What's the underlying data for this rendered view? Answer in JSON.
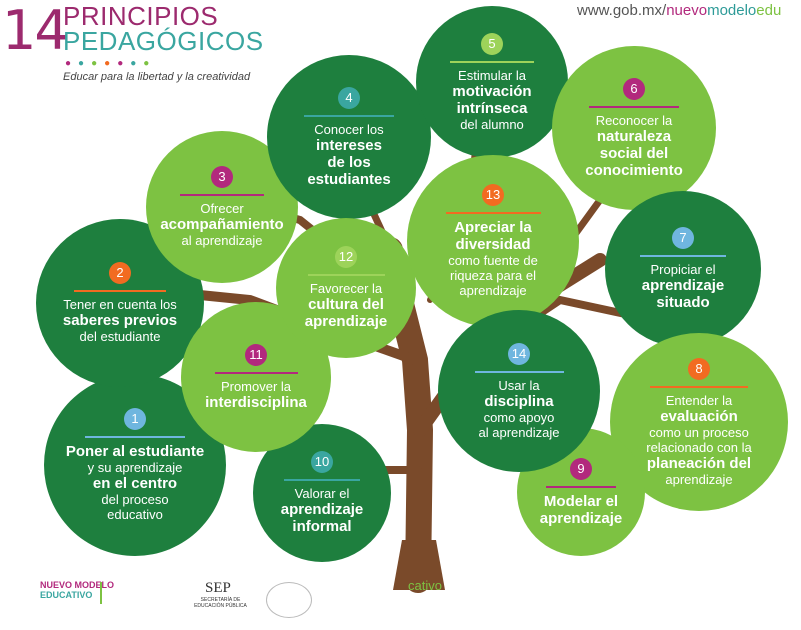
{
  "header": {
    "number": "14",
    "title_line1": "PRINCIPIOS",
    "title_line2": "PEDAGÓGICOS",
    "subtitle": "Educar para la libertad y la creatividad",
    "url_prefix": "www.gob.mx/",
    "url_nuevo": "nuevo",
    "url_modelo": "modelo",
    "url_edu": "edu"
  },
  "principles": [
    {
      "num": "1",
      "lines": [
        {
          "t": "Poner al estudiante",
          "b": true
        },
        {
          "t": "y su aprendizaje",
          "b": false
        },
        {
          "t": "en el centro",
          "b": true
        },
        {
          "t": "del proceso",
          "b": false
        },
        {
          "t": "educativo",
          "b": false
        }
      ]
    },
    {
      "num": "2",
      "lines": [
        {
          "t": "Tener en cuenta los",
          "b": false
        },
        {
          "t": "saberes previos",
          "b": true
        },
        {
          "t": "del estudiante",
          "b": false
        }
      ]
    },
    {
      "num": "3",
      "lines": [
        {
          "t": "Ofrecer",
          "b": false
        },
        {
          "t": "acompañamiento",
          "b": true
        },
        {
          "t": "al aprendizaje",
          "b": false
        }
      ]
    },
    {
      "num": "4",
      "lines": [
        {
          "t": "Conocer los",
          "b": false
        },
        {
          "t": "intereses",
          "b": true
        },
        {
          "t": "de los",
          "b": true
        },
        {
          "t": "estudiantes",
          "b": true
        }
      ]
    },
    {
      "num": "5",
      "lines": [
        {
          "t": "Estimular la",
          "b": false
        },
        {
          "t": "motivación",
          "b": true
        },
        {
          "t": "intrínseca",
          "b": true
        },
        {
          "t": "del alumno",
          "b": false
        }
      ]
    },
    {
      "num": "6",
      "lines": [
        {
          "t": "Reconocer la",
          "b": false
        },
        {
          "t": "naturaleza",
          "b": true
        },
        {
          "t": "social del",
          "b": true
        },
        {
          "t": "conocimiento",
          "b": true
        }
      ]
    },
    {
      "num": "7",
      "lines": [
        {
          "t": "Propiciar el",
          "b": false
        },
        {
          "t": "aprendizaje",
          "b": true
        },
        {
          "t": "situado",
          "b": true
        }
      ]
    },
    {
      "num": "8",
      "lines": [
        {
          "t": "Entender la",
          "b": false
        },
        {
          "t": "evaluación",
          "b": true
        },
        {
          "t": "como un proceso",
          "b": false
        },
        {
          "t": "relacionado con la",
          "b": false
        },
        {
          "t": "planeación del",
          "b": true
        },
        {
          "t": "aprendizaje",
          "b": false
        }
      ]
    },
    {
      "num": "9",
      "lines": [
        {
          "t": "Modelar el",
          "b": true
        },
        {
          "t": "aprendizaje",
          "b": true
        }
      ]
    },
    {
      "num": "10",
      "lines": [
        {
          "t": "Valorar el",
          "b": false
        },
        {
          "t": "aprendizaje",
          "b": true
        },
        {
          "t": "informal",
          "b": true
        }
      ]
    },
    {
      "num": "11",
      "lines": [
        {
          "t": "Promover la",
          "b": false
        },
        {
          "t": "interdisciplina",
          "b": true
        }
      ]
    },
    {
      "num": "12",
      "lines": [
        {
          "t": "Favorecer la",
          "b": false
        },
        {
          "t": "cultura del",
          "b": true
        },
        {
          "t": "aprendizaje",
          "b": true
        }
      ]
    },
    {
      "num": "13",
      "lines": [
        {
          "t": "Apreciar la",
          "b": true
        },
        {
          "t": "diversidad",
          "b": true
        },
        {
          "t": "como fuente de",
          "b": false
        },
        {
          "t": "riqueza para el",
          "b": false
        },
        {
          "t": "aprendizaje",
          "b": false
        }
      ]
    },
    {
      "num": "14",
      "lines": [
        {
          "t": "Usar la",
          "b": false
        },
        {
          "t": "disciplina",
          "b": true
        },
        {
          "t": "como apoyo",
          "b": false
        },
        {
          "t": "al aprendizaje",
          "b": false
        }
      ]
    }
  ],
  "footer": {
    "logo_line1": "NUEVO MODELO",
    "logo_line2": "EDUCATIVO",
    "sep": "SEP",
    "sep_sub1": "SECRETARÍA DE",
    "sep_sub2": "EDUCACIÓN PÚBLICA",
    "cativo": "cativo"
  },
  "colors": {
    "dark_green": "#1e7f3e",
    "light_green": "#7dc242",
    "trunk": "#7a4a2a",
    "magenta": "#b2297d",
    "teal": "#3aa6a0",
    "orange": "#f26b21",
    "blue": "#6fb6df"
  }
}
